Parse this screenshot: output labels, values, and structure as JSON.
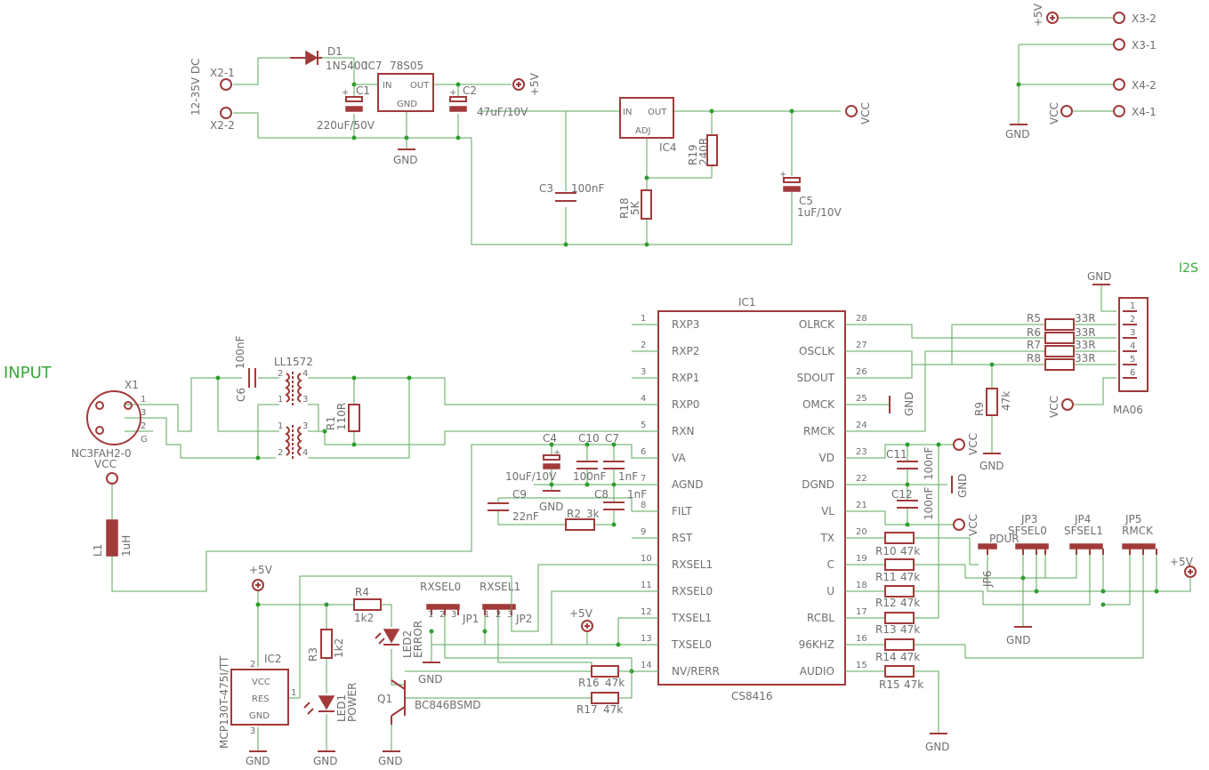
{
  "headings": {
    "input": "INPUT",
    "i2s": "I2S"
  },
  "power": {
    "supply": "12-35V DC",
    "x2_1": "X2-1",
    "x2_2": "X2-2",
    "d1": "D1",
    "d1_val": "1N5400",
    "ic7": "IC7",
    "ic7_val": "78S05",
    "in": "IN",
    "out": "OUT",
    "gnd": "GND",
    "adj": "ADJ",
    "c1": "C1",
    "c1_val": "220uF/50V",
    "c2": "C2",
    "c2_val": "47uF/10V",
    "c3": "C3",
    "c3_val": "100nF",
    "ic4": "IC4",
    "r18": "R18",
    "r18_val": "5K",
    "r19": "R19",
    "r19_val": "240R",
    "c5": "C5",
    "c5_val": "1uF/10V",
    "plus5v": "+5V",
    "vcc": "VCC"
  },
  "connectors": {
    "x3_2": "X3-2",
    "x3_1": "X3-1",
    "x4_2": "X4-2",
    "x4_1": "X4-1",
    "plus5v": "+5V",
    "vcc": "VCC",
    "gnd": "GND"
  },
  "input_stage": {
    "x1": "X1",
    "x1_val": "NC3FAH2-0",
    "pins": [
      "1",
      "3",
      "2",
      "G"
    ],
    "c6": "C6",
    "c6_val": "100nF",
    "ll": "LL1572",
    "r1": "R1",
    "r1_val": "110R",
    "vcc": "VCC",
    "l1": "L1",
    "l1_val": "1uH"
  },
  "ic1": {
    "name": "IC1",
    "part": "CS8416",
    "left_pins": [
      {
        "n": "1",
        "label": "RXP3"
      },
      {
        "n": "2",
        "label": "RXP2"
      },
      {
        "n": "3",
        "label": "RXP1"
      },
      {
        "n": "4",
        "label": "RXP0"
      },
      {
        "n": "5",
        "label": "RXN"
      },
      {
        "n": "6",
        "label": "VA"
      },
      {
        "n": "7",
        "label": "AGND"
      },
      {
        "n": "8",
        "label": "FILT"
      },
      {
        "n": "9",
        "label": "RST"
      },
      {
        "n": "10",
        "label": "RXSEL1"
      },
      {
        "n": "11",
        "label": "RXSEL0"
      },
      {
        "n": "12",
        "label": "TXSEL1"
      },
      {
        "n": "13",
        "label": "TXSEL0"
      },
      {
        "n": "14",
        "label": "NV/RERR"
      }
    ],
    "right_pins": [
      {
        "n": "28",
        "label": "OLRCK"
      },
      {
        "n": "27",
        "label": "OSCLK"
      },
      {
        "n": "26",
        "label": "SDOUT"
      },
      {
        "n": "25",
        "label": "OMCK"
      },
      {
        "n": "24",
        "label": "RMCK"
      },
      {
        "n": "23",
        "label": "VD"
      },
      {
        "n": "22",
        "label": "DGND"
      },
      {
        "n": "21",
        "label": "VL"
      },
      {
        "n": "20",
        "label": "TX"
      },
      {
        "n": "19",
        "label": "C"
      },
      {
        "n": "18",
        "label": "U"
      },
      {
        "n": "17",
        "label": "RCBL"
      },
      {
        "n": "16",
        "label": "96KHZ"
      },
      {
        "n": "15",
        "label": "AUDIO"
      }
    ]
  },
  "analog": {
    "c4": "C4",
    "c4_val": "10uF/10V",
    "c10": "C10",
    "c10_val": "100nF",
    "c7": "C7",
    "c7_val": "1nF",
    "c8": "C8",
    "c8_val": "1nF",
    "c9": "C9",
    "c9_val": "22nF",
    "r2": "R2",
    "r2_val": "3k",
    "gnd": "GND"
  },
  "digital": {
    "c11": "C11",
    "c11_val": "100nF",
    "c12": "C12",
    "c12_val": "100nF",
    "vcc": "VCC",
    "gnd": "GND",
    "r9": "R9",
    "r9_val": "47k",
    "r10": "R10",
    "r11": "R11",
    "r12": "R12",
    "r13": "R13",
    "r14": "R14",
    "r15": "R15",
    "k47": "47k",
    "plus5v": "+5V"
  },
  "i2s_out": {
    "r5": "R5",
    "r6": "R6",
    "r7": "R7",
    "r8": "R8",
    "r33": "33R",
    "ma06": "MA06",
    "gnd": "GND",
    "vcc": "VCC",
    "pins": [
      "1",
      "2",
      "3",
      "4",
      "5",
      "6"
    ]
  },
  "jumpers": {
    "jp1": "JP1",
    "jp2": "JP2",
    "jp3": "JP3",
    "jp4": "JP4",
    "jp5": "JP5",
    "jp6": "JP6",
    "rxsel0": "RXSEL0",
    "rxsel1": "RXSEL1",
    "sfsel0": "SFSEL0",
    "sfsel1": "SFSEL1",
    "rmck": "RMCK",
    "pdur": "PDUR",
    "p1": "1",
    "p2": "2",
    "p3": "3"
  },
  "reset": {
    "plus5v": "+5V",
    "ic2": "IC2",
    "ic2_val": "MCP130T-475I/TT",
    "vcc": "VCC",
    "res": "RES",
    "gnd": "GND",
    "r4": "R4",
    "r4_val": "1k2",
    "r3": "R3",
    "r3_val": "1k2",
    "led1": "LED1",
    "power": "POWER",
    "led2": "LED2",
    "error": "ERROR",
    "q1": "Q1",
    "q1_val": "BC846BSMD",
    "r16": "R16",
    "r17": "R17",
    "k47": "47k",
    "p2": "2",
    "p1": "1",
    "p3": "3"
  }
}
